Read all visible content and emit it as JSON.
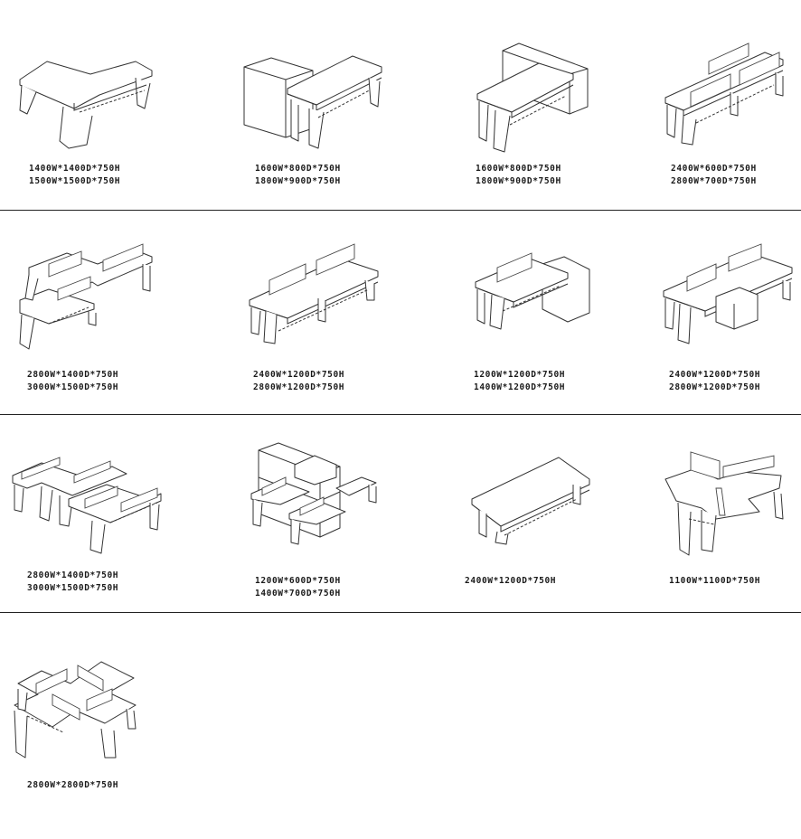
{
  "items": [
    {
      "dims": [
        "1400W*1400D*750H",
        "1500W*1500D*750H"
      ]
    },
    {
      "dims": [
        "1600W*800D*750H",
        "1800W*900D*750H"
      ]
    },
    {
      "dims": [
        "1600W*800D*750H",
        "1800W*900D*750H"
      ]
    },
    {
      "dims": [
        "2400W*600D*750H",
        "2800W*700D*750H"
      ]
    },
    {
      "dims": [
        "2800W*1400D*750H",
        "3000W*1500D*750H"
      ]
    },
    {
      "dims": [
        "2400W*1200D*750H",
        "2800W*1200D*750H"
      ]
    },
    {
      "dims": [
        "1200W*1200D*750H",
        "1400W*1200D*750H"
      ]
    },
    {
      "dims": [
        "2400W*1200D*750H",
        "2800W*1200D*750H"
      ]
    },
    {
      "dims": [
        "2800W*1400D*750H",
        "3000W*1500D*750H"
      ]
    },
    {
      "dims": [
        "1200W*600D*750H",
        "1400W*700D*750H"
      ]
    },
    {
      "dims": [
        "2400W*1200D*750H"
      ]
    },
    {
      "dims": [
        "1100W*1100D*750H"
      ]
    },
    {
      "dims": [
        "2800W*2800D*750H"
      ]
    }
  ]
}
